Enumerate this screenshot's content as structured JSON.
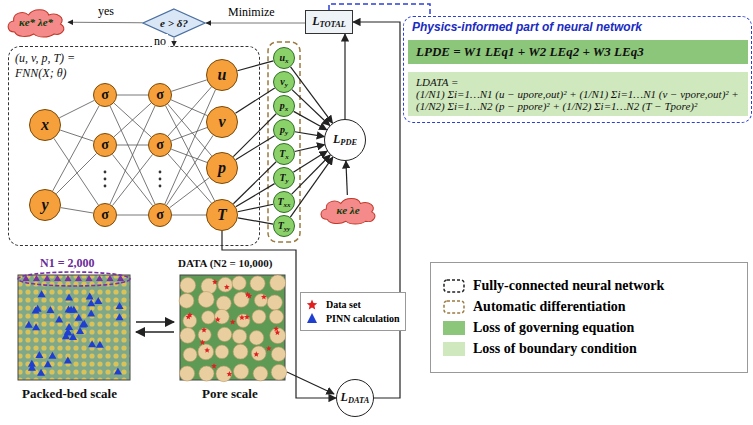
{
  "diagram": {
    "nodes": [
      {
        "text": [
          "κe* λe*"
        ]
      },
      {
        "text": [
          "e > δ?"
        ]
      },
      {
        "text": [
          "LTOTAL"
        ]
      },
      {
        "text": [
          "Physics-informed part of neural network"
        ]
      },
      {
        "text": [
          "LPDE = W1 LEq1 + W2 LEq2 + W3 LEq3"
        ],
        "in": 3
      },
      {
        "text": [
          "LDATA =",
          "(1/N1) Σi=1…N1 (u − upore,out)² + (1/N1) Σi=1…N1 (v − vpore,out)² + (1/N2) Σi=1…N2 (p − ppore)² + (1/N2) Σi=1…N2 (T − Tpore)²"
        ],
        "in": 3
      },
      {
        "text": [
          "(u, v, p, T) = FNN(X; θ)"
        ]
      },
      {
        "text": [
          "x"
        ],
        "in": 6
      },
      {
        "text": [
          "y"
        ],
        "in": 6
      },
      {
        "text": [
          "σ"
        ],
        "in": 6
      },
      {
        "text": [
          "σ"
        ],
        "in": 6
      },
      {
        "text": [
          "σ"
        ],
        "in": 6
      },
      {
        "text": [
          "σ"
        ],
        "in": 6
      },
      {
        "text": [
          "σ"
        ],
        "in": 6
      },
      {
        "text": [
          "σ"
        ],
        "in": 6
      },
      {
        "text": [
          "u"
        ],
        "in": 6
      },
      {
        "text": [
          "v"
        ],
        "in": 6
      },
      {
        "text": [
          "p"
        ],
        "in": 6
      },
      {
        "text": [
          "T"
        ],
        "in": 6
      },
      {
        "text": [
          "ux"
        ]
      },
      {
        "text": [
          "vy"
        ]
      },
      {
        "text": [
          "px"
        ]
      },
      {
        "text": [
          "py"
        ]
      },
      {
        "text": [
          "Tx"
        ]
      },
      {
        "text": [
          "Ty"
        ]
      },
      {
        "text": [
          "Txx"
        ]
      },
      {
        "text": [
          "Tyy"
        ]
      },
      {
        "text": [
          "LPDE"
        ]
      },
      {
        "text": [
          "κe λe"
        ]
      },
      {
        "text": [
          "LDATA"
        ]
      }
    ],
    "edges": [
      {
        "from": 1,
        "to": 0,
        "label": "yes",
        "arrow": "to"
      },
      {
        "from": 2,
        "to": 1,
        "label": "Minimize",
        "arrow": "to"
      },
      {
        "from": 1,
        "to": 6,
        "label": "no",
        "arrow": "to"
      },
      {
        "from": 2,
        "to": 3,
        "arrow": "none"
      },
      {
        "from": 7,
        "to": 9,
        "arrow": "none"
      },
      {
        "from": 7,
        "to": 10,
        "arrow": "none"
      },
      {
        "from": 7,
        "to": 11,
        "arrow": "none"
      },
      {
        "from": 8,
        "to": 9,
        "arrow": "none"
      },
      {
        "from": 8,
        "to": 10,
        "arrow": "none"
      },
      {
        "from": 8,
        "to": 11,
        "arrow": "none"
      },
      {
        "from": 9,
        "to": 12,
        "arrow": "none"
      },
      {
        "from": 9,
        "to": 13,
        "arrow": "none"
      },
      {
        "from": 9,
        "to": 14,
        "arrow": "none"
      },
      {
        "from": 10,
        "to": 12,
        "arrow": "none"
      },
      {
        "from": 10,
        "to": 13,
        "arrow": "none"
      },
      {
        "from": 10,
        "to": 14,
        "arrow": "none"
      },
      {
        "from": 11,
        "to": 12,
        "arrow": "none"
      },
      {
        "from": 11,
        "to": 13,
        "arrow": "none"
      },
      {
        "from": 11,
        "to": 14,
        "arrow": "none"
      },
      {
        "from": 12,
        "to": 15,
        "arrow": "none"
      },
      {
        "from": 12,
        "to": 16,
        "arrow": "none"
      },
      {
        "from": 12,
        "to": 17,
        "arrow": "none"
      },
      {
        "from": 12,
        "to": 18,
        "arrow": "none"
      },
      {
        "from": 13,
        "to": 15,
        "arrow": "none"
      },
      {
        "from": 13,
        "to": 16,
        "arrow": "none"
      },
      {
        "from": 13,
        "to": 17,
        "arrow": "none"
      },
      {
        "from": 13,
        "to": 18,
        "arrow": "none"
      },
      {
        "from": 14,
        "to": 15,
        "arrow": "none"
      },
      {
        "from": 14,
        "to": 16,
        "arrow": "none"
      },
      {
        "from": 14,
        "to": 17,
        "arrow": "none"
      },
      {
        "from": 14,
        "to": 18,
        "arrow": "none"
      },
      {
        "from": 15,
        "to": 19,
        "arrow": "none"
      },
      {
        "from": 16,
        "to": 20,
        "arrow": "none"
      },
      {
        "from": 17,
        "to": 21,
        "arrow": "none"
      },
      {
        "from": 17,
        "to": 22,
        "arrow": "none"
      },
      {
        "from": 18,
        "to": 23,
        "arrow": "none"
      },
      {
        "from": 18,
        "to": 24,
        "arrow": "none"
      },
      {
        "from": 18,
        "to": 25,
        "arrow": "none"
      },
      {
        "from": 18,
        "to": 26,
        "arrow": "none"
      },
      {
        "from": 19,
        "to": 27,
        "arrow": "to"
      },
      {
        "from": 20,
        "to": 27,
        "arrow": "to"
      },
      {
        "from": 21,
        "to": 27,
        "arrow": "to"
      },
      {
        "from": 22,
        "to": 27,
        "arrow": "to"
      },
      {
        "from": 23,
        "to": 27,
        "arrow": "to"
      },
      {
        "from": 24,
        "to": 27,
        "arrow": "to"
      },
      {
        "from": 25,
        "to": 27,
        "arrow": "to"
      },
      {
        "from": 26,
        "to": 27,
        "arrow": "to"
      },
      {
        "from": 28,
        "to": 27,
        "arrow": "to"
      },
      {
        "from": 18,
        "to": 29,
        "arrow": "to"
      },
      {
        "from": 27,
        "to": 2,
        "arrow": "to"
      },
      {
        "from": 29,
        "to": 2,
        "arrow": "to"
      }
    ],
    "labels": [
      "N1 = 2,000",
      "DATA (N2 = 10,000)",
      "Packed-bed scale",
      "Pore scale"
    ],
    "legend": [
      {
        "text": "Fully-connected neural network"
      },
      {
        "text": "Automatic differentiation"
      },
      {
        "text": "Loss of governing equation",
        "color": "#8cc67a"
      },
      {
        "text": "Loss of boundary condition",
        "color": "#cfe8bd"
      },
      {
        "text": "Data set"
      },
      {
        "text": "PINN calculation"
      }
    ]
  }
}
